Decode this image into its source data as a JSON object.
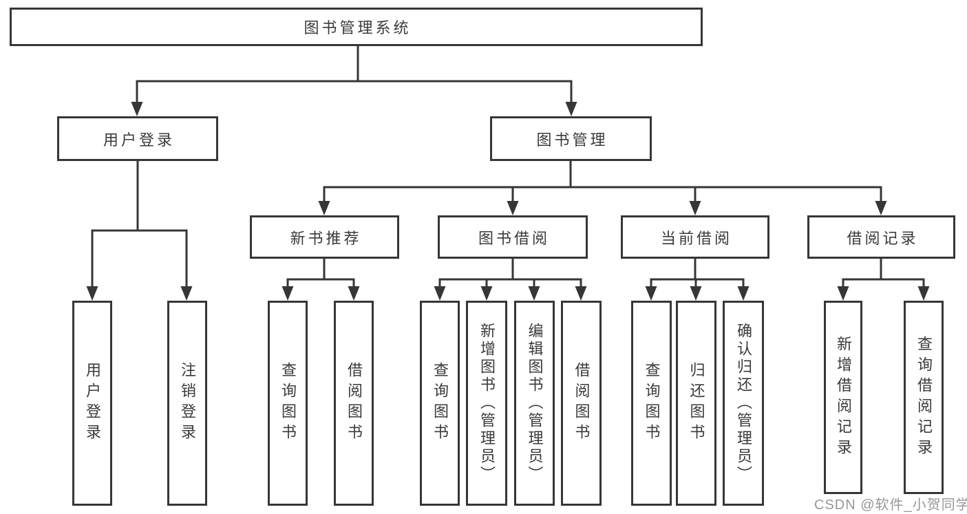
{
  "diagram": {
    "root": {
      "label": "图书管理系统"
    },
    "branches": [
      {
        "label": "用户登录",
        "children": [
          {
            "label": "用户登录"
          },
          {
            "label": "注销登录"
          }
        ]
      },
      {
        "label": "图书管理",
        "children": [
          {
            "label": "新书推荐",
            "children": [
              {
                "label": "查询图书"
              },
              {
                "label": "借阅图书"
              }
            ]
          },
          {
            "label": "图书借阅",
            "children": [
              {
                "label": "查询图书"
              },
              {
                "label": "新增图书（管理员）"
              },
              {
                "label": "编辑图书（管理员）"
              },
              {
                "label": "借阅图书"
              }
            ]
          },
          {
            "label": "当前借阅",
            "children": [
              {
                "label": "查询图书"
              },
              {
                "label": "归还图书"
              },
              {
                "label": "确认归还（管理员）"
              }
            ]
          },
          {
            "label": "借阅记录",
            "children": [
              {
                "label": "新增借阅记录"
              },
              {
                "label": "查询借阅记录"
              }
            ]
          }
        ]
      }
    ]
  },
  "colors": {
    "line": "#363636",
    "text": "#3a3a3a",
    "watermark": "#979797",
    "background": "#ffffff"
  },
  "watermark": {
    "text": "CSDN @软件_小贺同学"
  }
}
